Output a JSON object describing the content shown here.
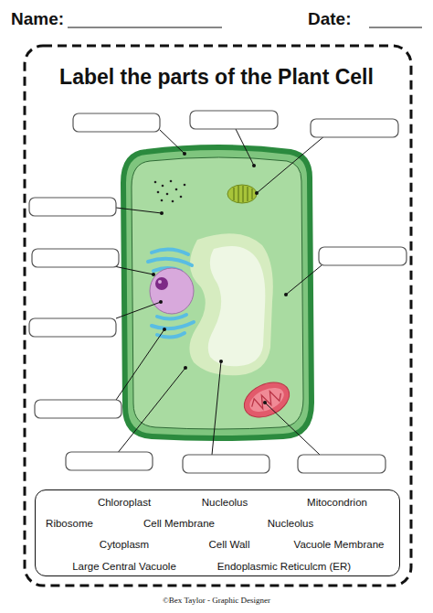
{
  "diagram": {
    "title": "Label the parts of the Plant Cell",
    "caption": "©Bex Taylor - Graphic Designer",
    "nodes": [
      {
        "text": [
          "Chloroplast",
          "Nucleolus",
          "Mitocondrion",
          "Ribosome",
          "Cell Membrane",
          "Nucleolus",
          "Cytoplasm",
          "Cell Wall",
          "Vacuole Membrane",
          "Large Central Vacuole",
          "Endoplasmic Reticulcm (ER)"
        ]
      }
    ],
    "labels": [
      "Name:",
      "Date:"
    ]
  }
}
